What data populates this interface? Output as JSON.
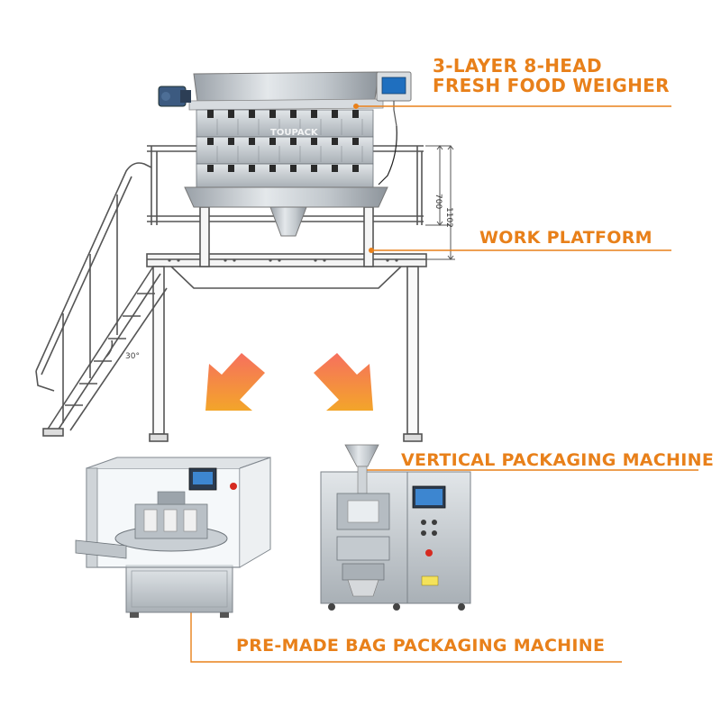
{
  "labels": {
    "weigher_line1": "3-LAYER 8-HEAD",
    "weigher_line2": "FRESH FOOD WEIGHER",
    "platform": "WORK PLATFORM",
    "vertical": "VERTICAL PACKAGING MACHINE",
    "premade": "PRE-MADE BAG PACKAGING MACHINE"
  },
  "dimensions": {
    "height_inner": "700",
    "height_outer": "1102",
    "stair_angle": "30°"
  },
  "logo": {
    "brand": "TOUPACK"
  },
  "colors": {
    "accent": "#e8801a",
    "arrow_top": "#f47a5a",
    "arrow_bottom": "#f0a030",
    "frame_stroke": "#555555",
    "steel": "#c8cdd2"
  },
  "icons": {
    "direction": "down-left-arrow-icon",
    "direction2": "down-right-arrow-icon"
  }
}
